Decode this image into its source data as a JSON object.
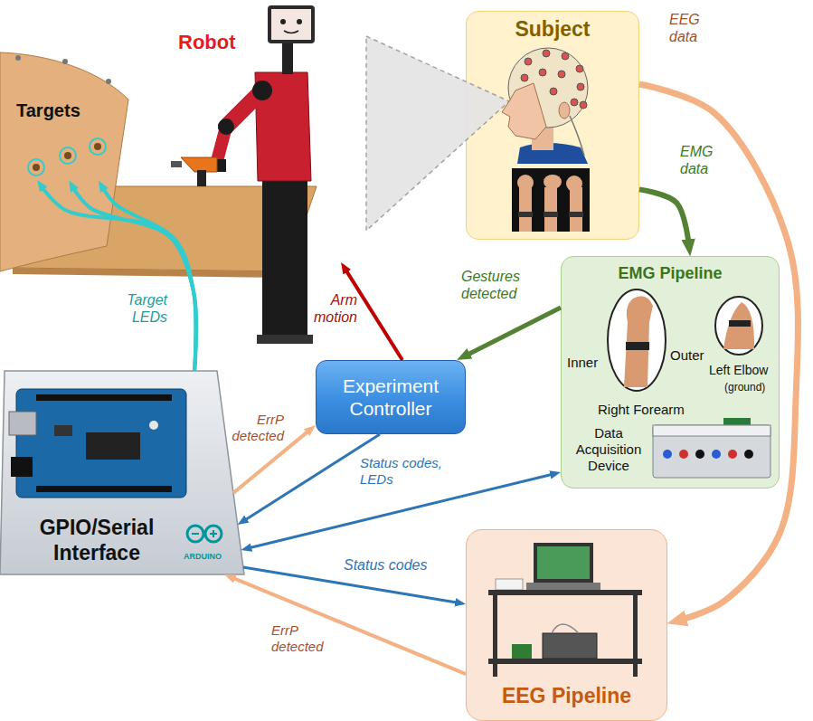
{
  "diagram": {
    "nodes": [
      {
        "text": [
          "Targets"
        ]
      },
      {
        "text": [
          "Robot"
        ]
      },
      {
        "text": [
          "Subject"
        ]
      },
      {
        "text": [
          "EMG Pipeline",
          "Inner",
          "Outer",
          "Right Forearm",
          "Left Elbow",
          "(ground)",
          "Data Acquisition Device"
        ]
      },
      {
        "text": [
          "Experiment Controller"
        ]
      },
      {
        "text": [
          "GPIO/Serial Interface"
        ]
      },
      {
        "text": [
          "EEG Pipeline"
        ]
      }
    ],
    "edges": [
      {
        "from": 2,
        "to": 6,
        "label": "EEG data",
        "arrow": "to"
      },
      {
        "from": 2,
        "to": 3,
        "label": "EMG data",
        "arrow": "to"
      },
      {
        "from": 3,
        "to": 4,
        "label": "Gestures detected",
        "arrow": "to"
      },
      {
        "from": 4,
        "to": 1,
        "label": "Arm motion",
        "arrow": "to"
      },
      {
        "from": 5,
        "to": 0,
        "label": "Target LEDs",
        "arrow": "to"
      },
      {
        "from": 5,
        "to": 0,
        "arrow": "to"
      },
      {
        "from": 5,
        "to": 0,
        "arrow": "to"
      },
      {
        "from": 5,
        "to": 4,
        "label": "ErrP detected",
        "arrow": "to"
      },
      {
        "from": 4,
        "to": 5,
        "arrow": "to"
      },
      {
        "from": 5,
        "to": 3,
        "label": "Status codes, LEDs",
        "arrow": "both"
      },
      {
        "from": 5,
        "to": 6,
        "label": "Status codes",
        "arrow": "to"
      },
      {
        "from": 6,
        "to": 5,
        "label": "ErrP detected",
        "arrow": "to"
      }
    ],
    "labels": [
      "ARDUINO"
    ]
  }
}
